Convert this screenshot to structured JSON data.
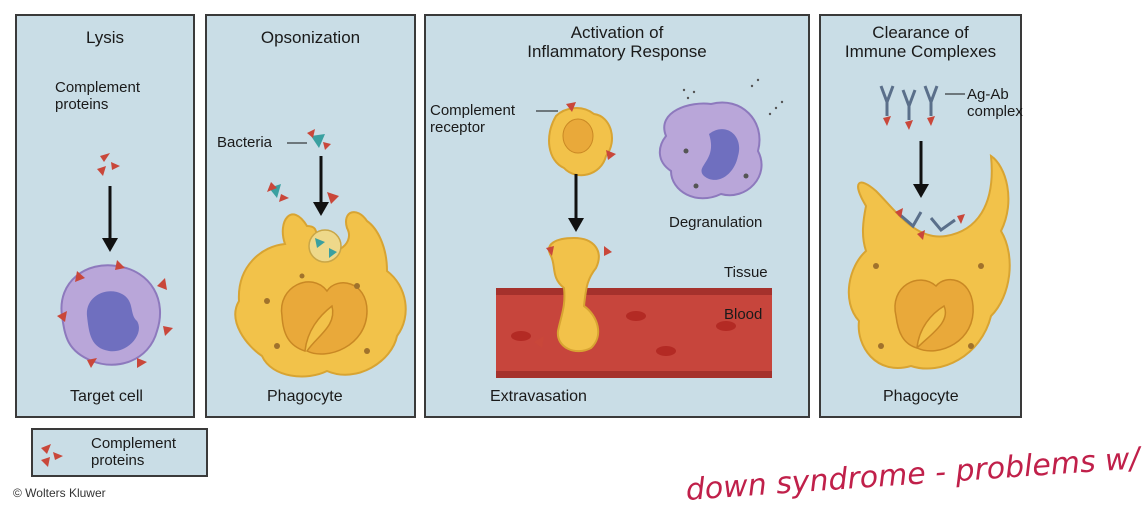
{
  "panels": {
    "lysis": {
      "title": "Lysis",
      "label_proteins": "Complement\nproteins",
      "caption": "Target cell"
    },
    "opsonization": {
      "title": "Opsonization",
      "label_bacteria": "Bacteria",
      "caption": "Phagocyte"
    },
    "inflammation": {
      "title": "Activation of\nInflammatory Response",
      "label_receptor": "Complement\nreceptor",
      "label_degranulation": "Degranulation",
      "label_tissue": "Tissue",
      "label_blood": "Blood",
      "caption": "Extravasation"
    },
    "clearance": {
      "title": "Clearance of\nImmune Complexes",
      "label_complex": "Ag-Ab\ncomplex",
      "caption": "Phagocyte"
    }
  },
  "legend": {
    "label": "Complement\nproteins"
  },
  "copyright": "© Wolters Kluwer",
  "handwriting": "down syndrome - problems w/ transendo",
  "colors": {
    "panel_bg": "#c9dde6",
    "phagocyte": "#f2c24a",
    "nucleus": "#e9a93a",
    "target_cell": "#b9a6d9",
    "target_nucleus": "#6f6fbf",
    "protein": "#c9473a",
    "bacteria": "#3aa0a0",
    "vessel": "#c7453c",
    "handwriting": "#c0204a"
  }
}
